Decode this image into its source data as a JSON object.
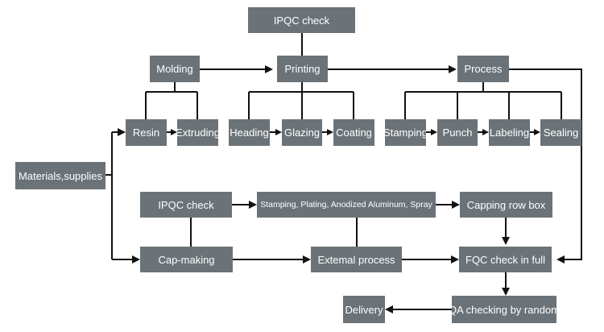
{
  "nodes": {
    "ipqc_top": "IPQC check",
    "molding": "Molding",
    "printing": "Printing",
    "process": "Process",
    "resin": "Resin",
    "extruding": "Extruding",
    "heading": "Heading",
    "glazing": "Glazing",
    "coating": "Coating",
    "stamping": "Stamping",
    "punch": "Punch",
    "labeling": "Labeling",
    "sealing": "Sealing",
    "materials": "Materials,supplies",
    "ipqc_mid": "IPQC check",
    "finishing": "Stamping, Plating, Anodized Aluminum, Spray",
    "capping": "Capping row box",
    "cap_making": "Cap-making",
    "external": "Extemal process",
    "fqc": "FQC check in full",
    "delivery": "Delivery",
    "qa": "QA checking by random"
  }
}
